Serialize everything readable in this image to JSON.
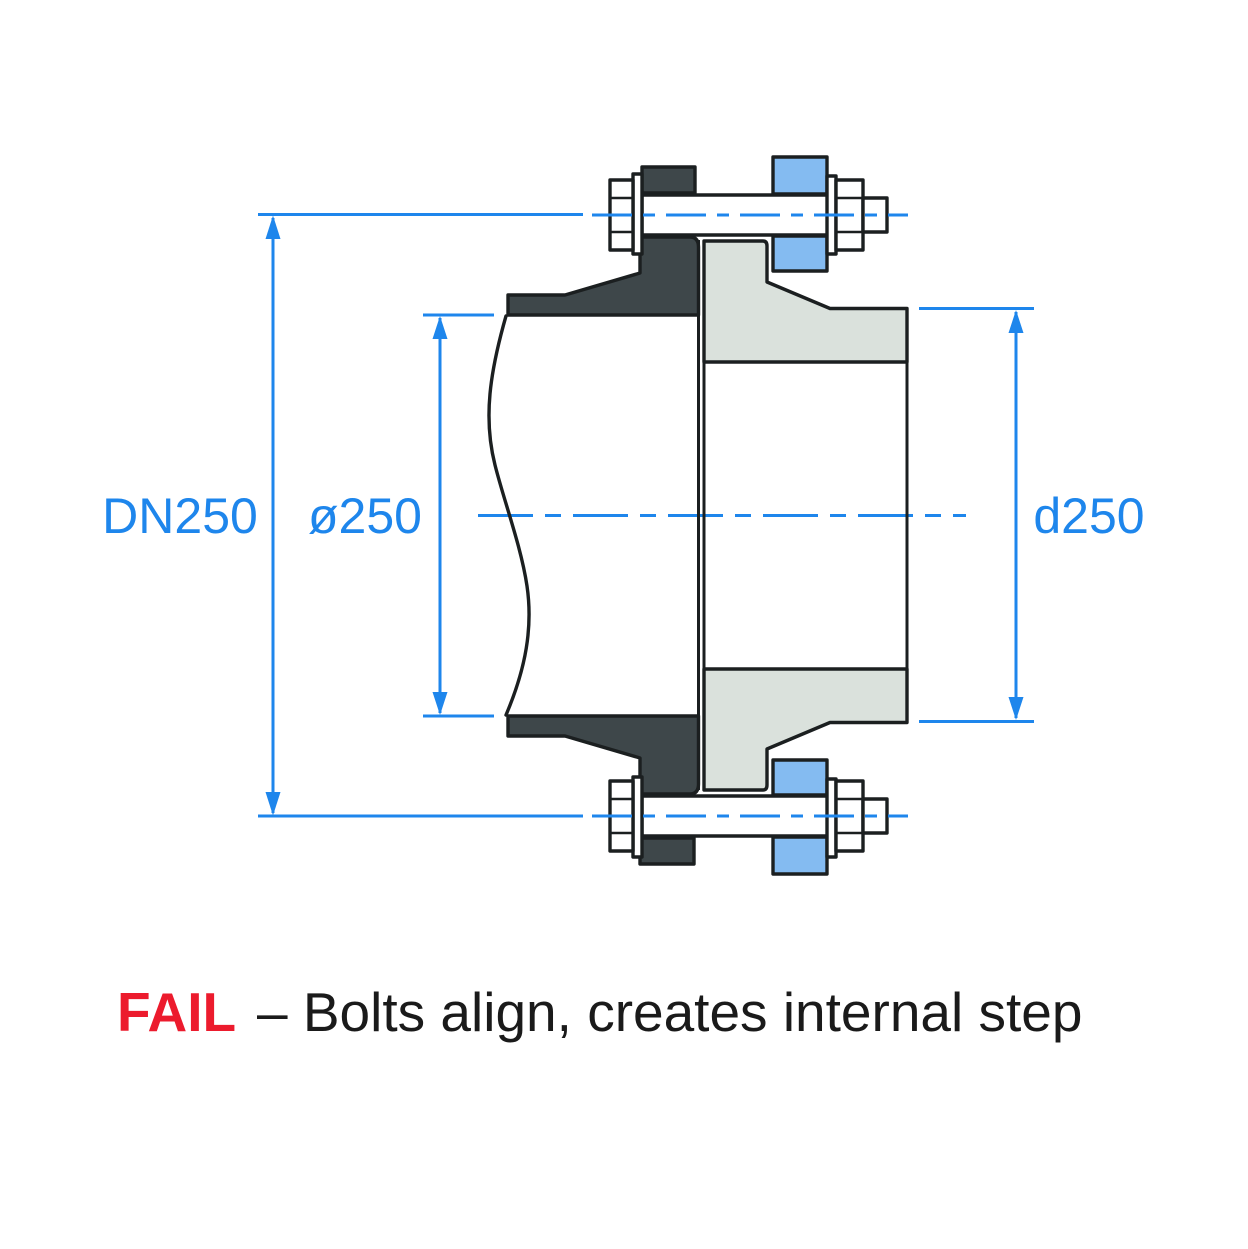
{
  "diagram": {
    "dimension_labels": {
      "nominal": "DN250",
      "bore": "ø250",
      "right_pipe": "d250"
    },
    "caption": {
      "status": "FAIL",
      "text": "– Bolts align, creates internal step"
    },
    "colors": {
      "dark-flange": "#3E474A",
      "light-flange": "#DAE1DC",
      "washer-blue": "#84BBF1",
      "dimension-blue": "#1E86EC",
      "fail-red": "#EC1B2D",
      "outline": "#1B1F20"
    }
  }
}
